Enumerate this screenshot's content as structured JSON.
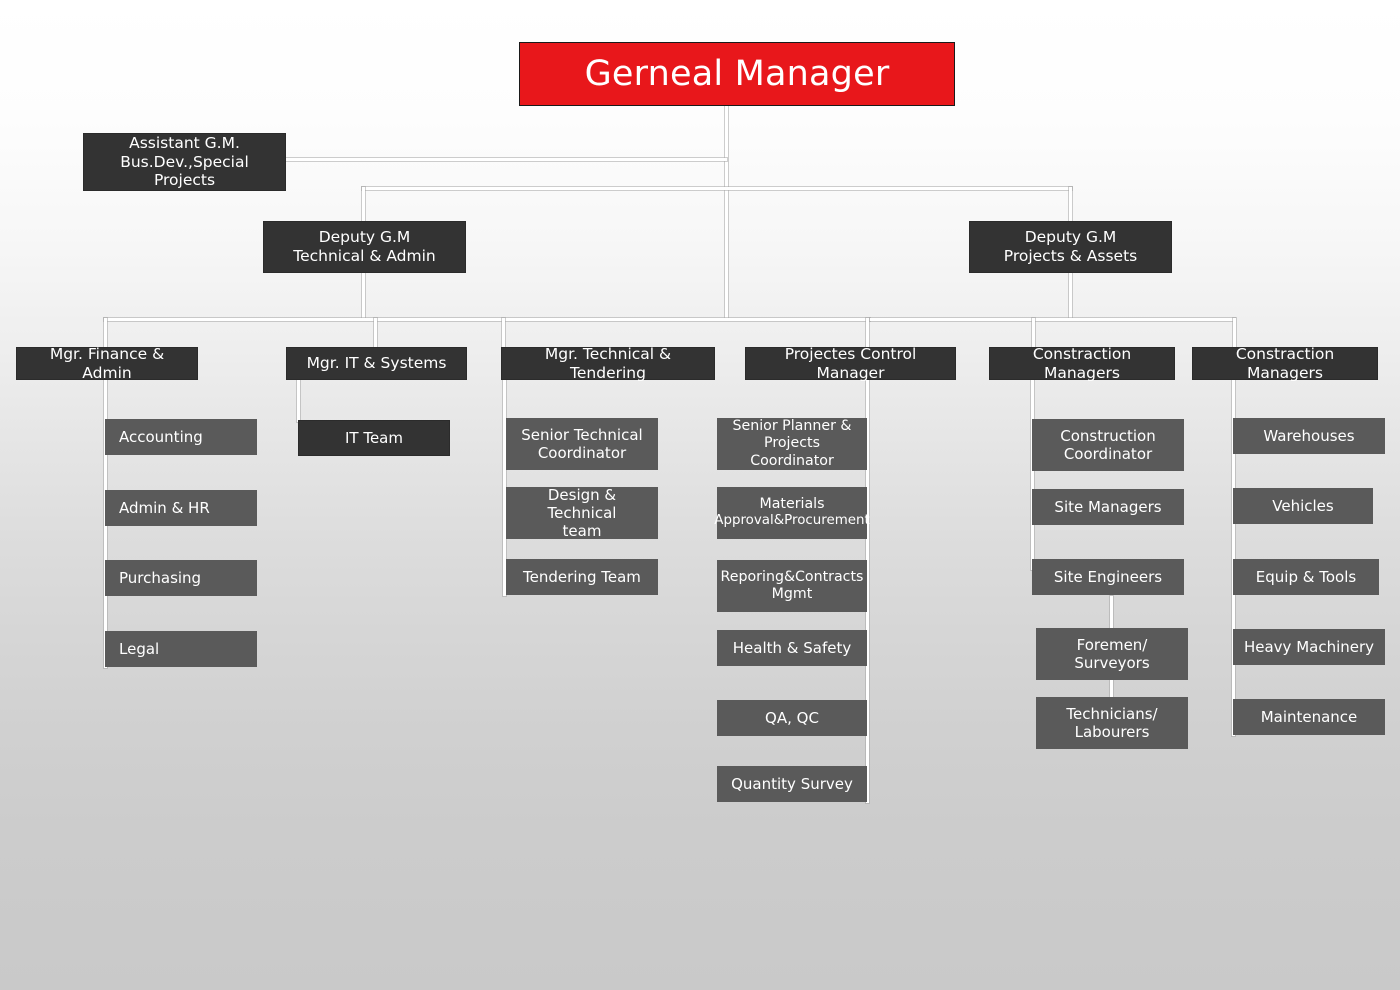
{
  "chart_title": "Gerneal Manager",
  "theme": {
    "accent": "#e8171b",
    "box_dark": "#333333",
    "box_mid": "#5a5a5a",
    "line": "#ffffff",
    "text": "#ffffff"
  },
  "nodes": {
    "general_manager": "Gerneal Manager",
    "assistant_gm": {
      "line1": "Assistant  G.M.",
      "line2": "Bus.Dev.,Special Projects"
    },
    "deputy_gm_technical": {
      "line1": "Deputy G.M",
      "line2": "Technical & Admin"
    },
    "deputy_gm_projects": {
      "line1": "Deputy G.M",
      "line2": "Projects & Assets"
    }
  },
  "columns": [
    {
      "id": "finance-admin",
      "manager": "Mgr. Finance & Admin",
      "items": [
        "Accounting",
        "Admin & HR",
        "Purchasing",
        "Legal"
      ]
    },
    {
      "id": "it-systems",
      "manager": "Mgr. IT & Systems",
      "items": [
        "IT Team"
      ]
    },
    {
      "id": "technical-tendering",
      "manager": "Mgr. Technical & Tendering",
      "items": [
        "Senior Technical",
        "Coordinator",
        "Design & Technical",
        "team",
        "Tendering Team"
      ]
    },
    {
      "id": "projects-control",
      "manager": "Projectes Control Manager",
      "items": [
        "Senior Planner &",
        "Projects Coordinator",
        "Materials",
        "Approval&Procurement",
        "Reporing&Contracts",
        "Mgmt",
        "Health & Safety",
        "QA, QC",
        "Quantity Survey"
      ]
    },
    {
      "id": "construction-managers-1",
      "manager": "Constraction Managers",
      "items": [
        "Construction",
        "Coordinator",
        "Site Managers",
        "Site Engineers",
        "Foremen/",
        "Surveyors",
        "Technicians/",
        "Labourers"
      ]
    },
    {
      "id": "construction-managers-2",
      "manager": "Constraction Managers",
      "items": [
        "Warehouses",
        "Vehicles",
        "Equip & Tools",
        "Heavy Machinery",
        "Maintenance"
      ]
    }
  ],
  "labels": {
    "c1_manager": "Mgr. Finance & Admin",
    "c1_i1": "Accounting",
    "c1_i2": "Admin & HR",
    "c1_i3": "Purchasing",
    "c1_i4": "Legal",
    "c2_manager": "Mgr. IT & Systems",
    "c2_i1": "IT Team",
    "c3_manager": "Mgr. Technical & Tendering",
    "c3_i1a": "Senior Technical",
    "c3_i1b": "Coordinator",
    "c3_i2a": "Design & Technical",
    "c3_i2b": "team",
    "c3_i3": "Tendering Team",
    "c4_manager": "Projectes Control Manager",
    "c4_i1a": "Senior Planner &",
    "c4_i1b": "Projects Coordinator",
    "c4_i2a": "Materials",
    "c4_i2b": "Approval&Procurement",
    "c4_i3a": "Reporing&Contracts",
    "c4_i3b": "Mgmt",
    "c4_i4": "Health & Safety",
    "c4_i5": "QA, QC",
    "c4_i6": "Quantity Survey",
    "c5_manager": "Constraction Managers",
    "c5_i1a": "Construction",
    "c5_i1b": "Coordinator",
    "c5_i2": "Site Managers",
    "c5_i3": "Site Engineers",
    "c5_i4a": "Foremen/",
    "c5_i4b": "Surveyors",
    "c5_i5a": "Technicians/",
    "c5_i5b": "Labourers",
    "c6_manager": "Constraction Managers",
    "c6_i1": "Warehouses",
    "c6_i2": "Vehicles",
    "c6_i3": "Equip & Tools",
    "c6_i4": "Heavy Machinery",
    "c6_i5": "Maintenance"
  }
}
